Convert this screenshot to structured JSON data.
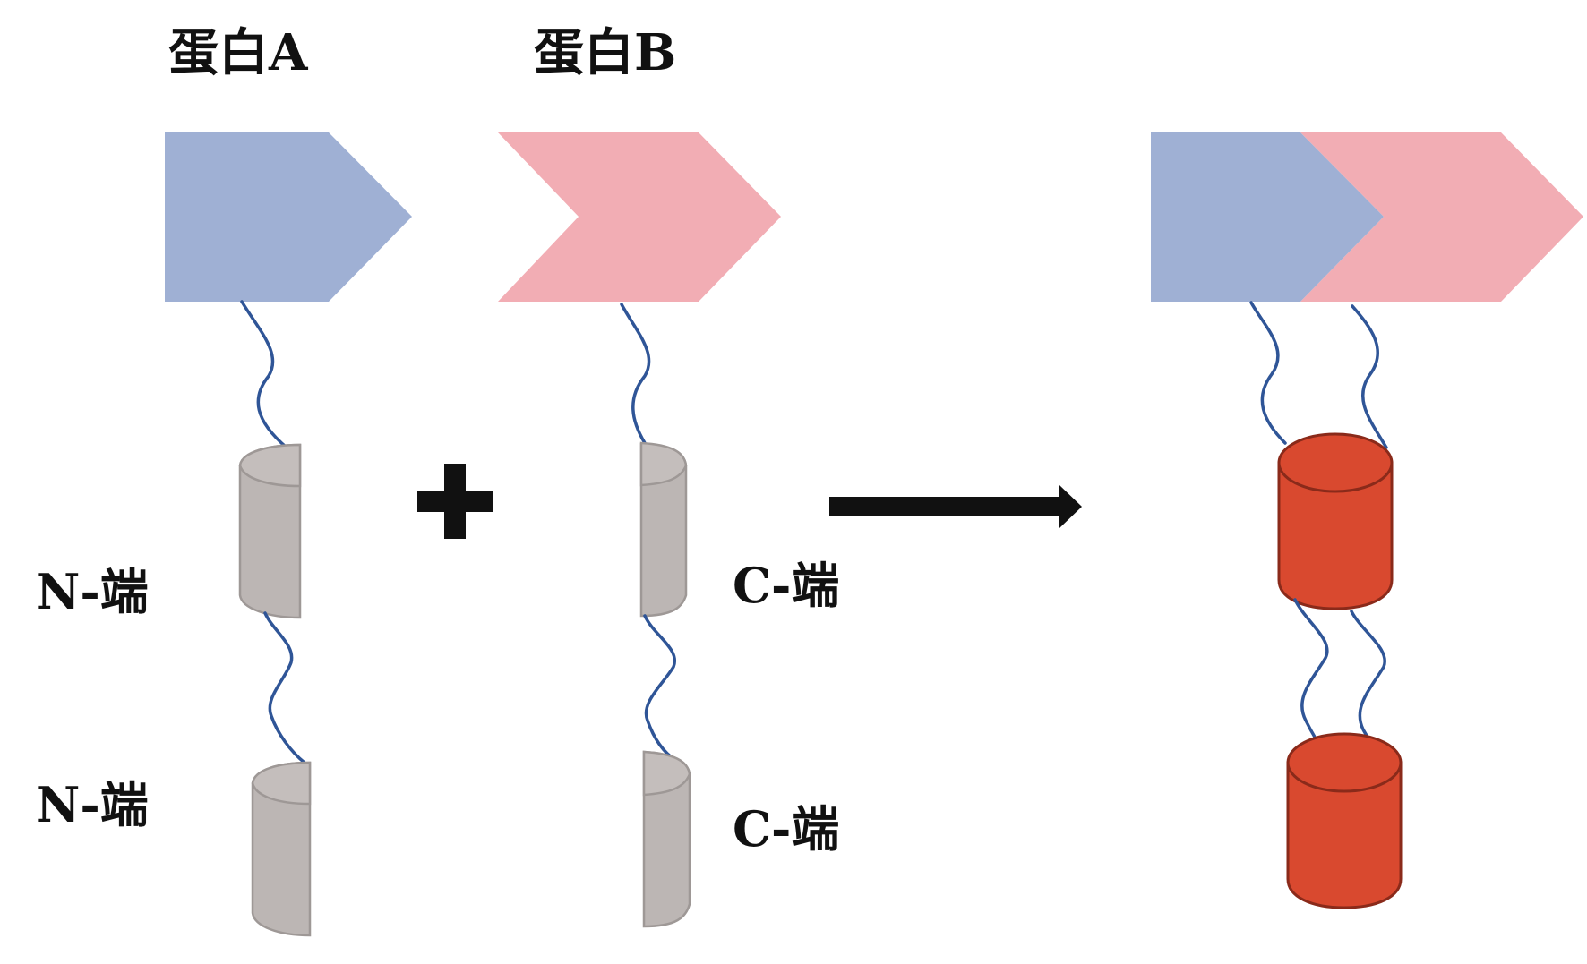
{
  "labels": {
    "protein_a": "蛋白A",
    "protein_b": "蛋白B",
    "n_terminus_1": "N-端",
    "n_terminus_2": "N-端",
    "c_terminus_1": "C-端",
    "c_terminus_2": "C-端"
  },
  "symbols": {
    "plus": "plus-sign",
    "arrow": "right-arrow"
  },
  "colors": {
    "protein_a": "#9fb0d4",
    "protein_b": "#f2adb4",
    "split_fragment": "#bcb6b4",
    "reconstituted": "#d9492f",
    "linker": "#2f5597",
    "symbol": "#111111"
  }
}
